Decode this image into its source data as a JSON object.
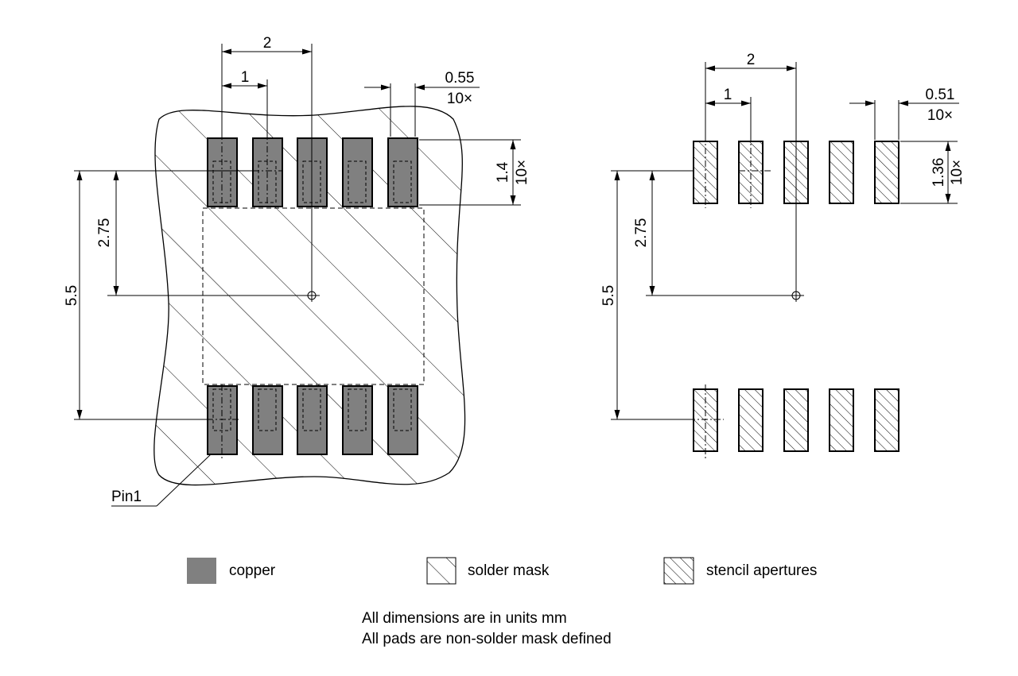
{
  "left_view": {
    "dim_pitch_2": "2",
    "dim_pitch_1": "1",
    "dim_pad_width": "0.55",
    "dim_pad_width_count": "10×",
    "dim_pad_height": "1.4",
    "dim_pad_height_count": "10×",
    "dim_half_span": "2.75",
    "dim_span": "5.5",
    "pin1_label": "Pin1"
  },
  "right_view": {
    "dim_pitch_2": "2",
    "dim_pitch_1": "1",
    "dim_aperture_width": "0.51",
    "dim_aperture_width_count": "10×",
    "dim_aperture_height": "1.36",
    "dim_aperture_height_count": "10×",
    "dim_half_span": "2.75",
    "dim_span": "5.5"
  },
  "legend": {
    "copper": "copper",
    "solder_mask": "solder mask",
    "stencil": "stencil apertures"
  },
  "notes": {
    "line1": "All dimensions are in units mm",
    "line2": "All pads are non-solder mask defined"
  },
  "colors": {
    "copper": "#808080",
    "line": "#000000"
  }
}
